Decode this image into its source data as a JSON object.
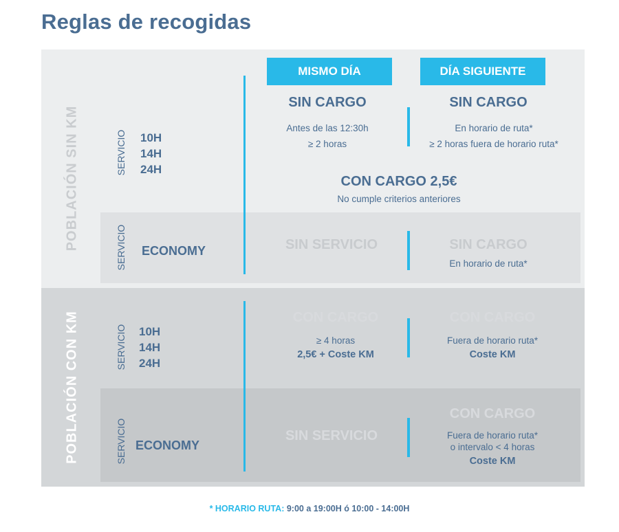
{
  "title": "Reglas de recogidas",
  "colors": {
    "accent": "#29b9e8",
    "text": "#4a6d92",
    "panel_light": "#eceeef",
    "panel_dark": "#d3d6d8"
  },
  "columns": {
    "same_day": "MISMO DÍA",
    "next_day": "DÍA SIGUIENTE"
  },
  "sin_km": {
    "label": "POBLACIÓN SIN KM",
    "express": {
      "servicio": "SERVICIO",
      "tiers": [
        "10H",
        "14H",
        "24H"
      ],
      "same_day_title": "SIN CARGO",
      "same_day_lines": [
        "Antes de las 12:30h",
        "≥ 2 horas"
      ],
      "next_day_title": "SIN CARGO",
      "next_day_lines": [
        "En horario de ruta*",
        "≥ 2 horas fuera de horario ruta*"
      ],
      "charge_title": "CON CARGO 2,5€",
      "charge_note": "No cumple criterios anteriores"
    },
    "economy": {
      "servicio": "SERVICIO",
      "name": "ECONOMY",
      "same_day_title": "SIN SERVICIO",
      "next_day_title": "SIN CARGO",
      "next_day_line": "En horario de ruta*"
    }
  },
  "con_km": {
    "label": "POBLACIÓN CON KM",
    "express": {
      "servicio": "SERVICIO",
      "tiers": [
        "10H",
        "14H",
        "24H"
      ],
      "same_day_title": "CON CARGO",
      "same_day_line": "≥ 4 horas",
      "same_day_cost": "2,5€ + Coste KM",
      "next_day_title": "CON CARGO",
      "next_day_line": "Fuera de horario ruta*",
      "next_day_cost": "Coste KM"
    },
    "economy": {
      "servicio": "SERVICIO",
      "name": "ECONOMY",
      "same_day_title": "SIN SERVICIO",
      "next_day_title": "CON CARGO",
      "next_day_lines": [
        "Fuera de horario ruta*",
        "o intervalo < 4 horas"
      ],
      "next_day_cost": "Coste KM"
    }
  },
  "footer": {
    "key": "* HORARIO RUTA:",
    "value": "9:00 a 19:00H ó 10:00 - 14:00H"
  }
}
